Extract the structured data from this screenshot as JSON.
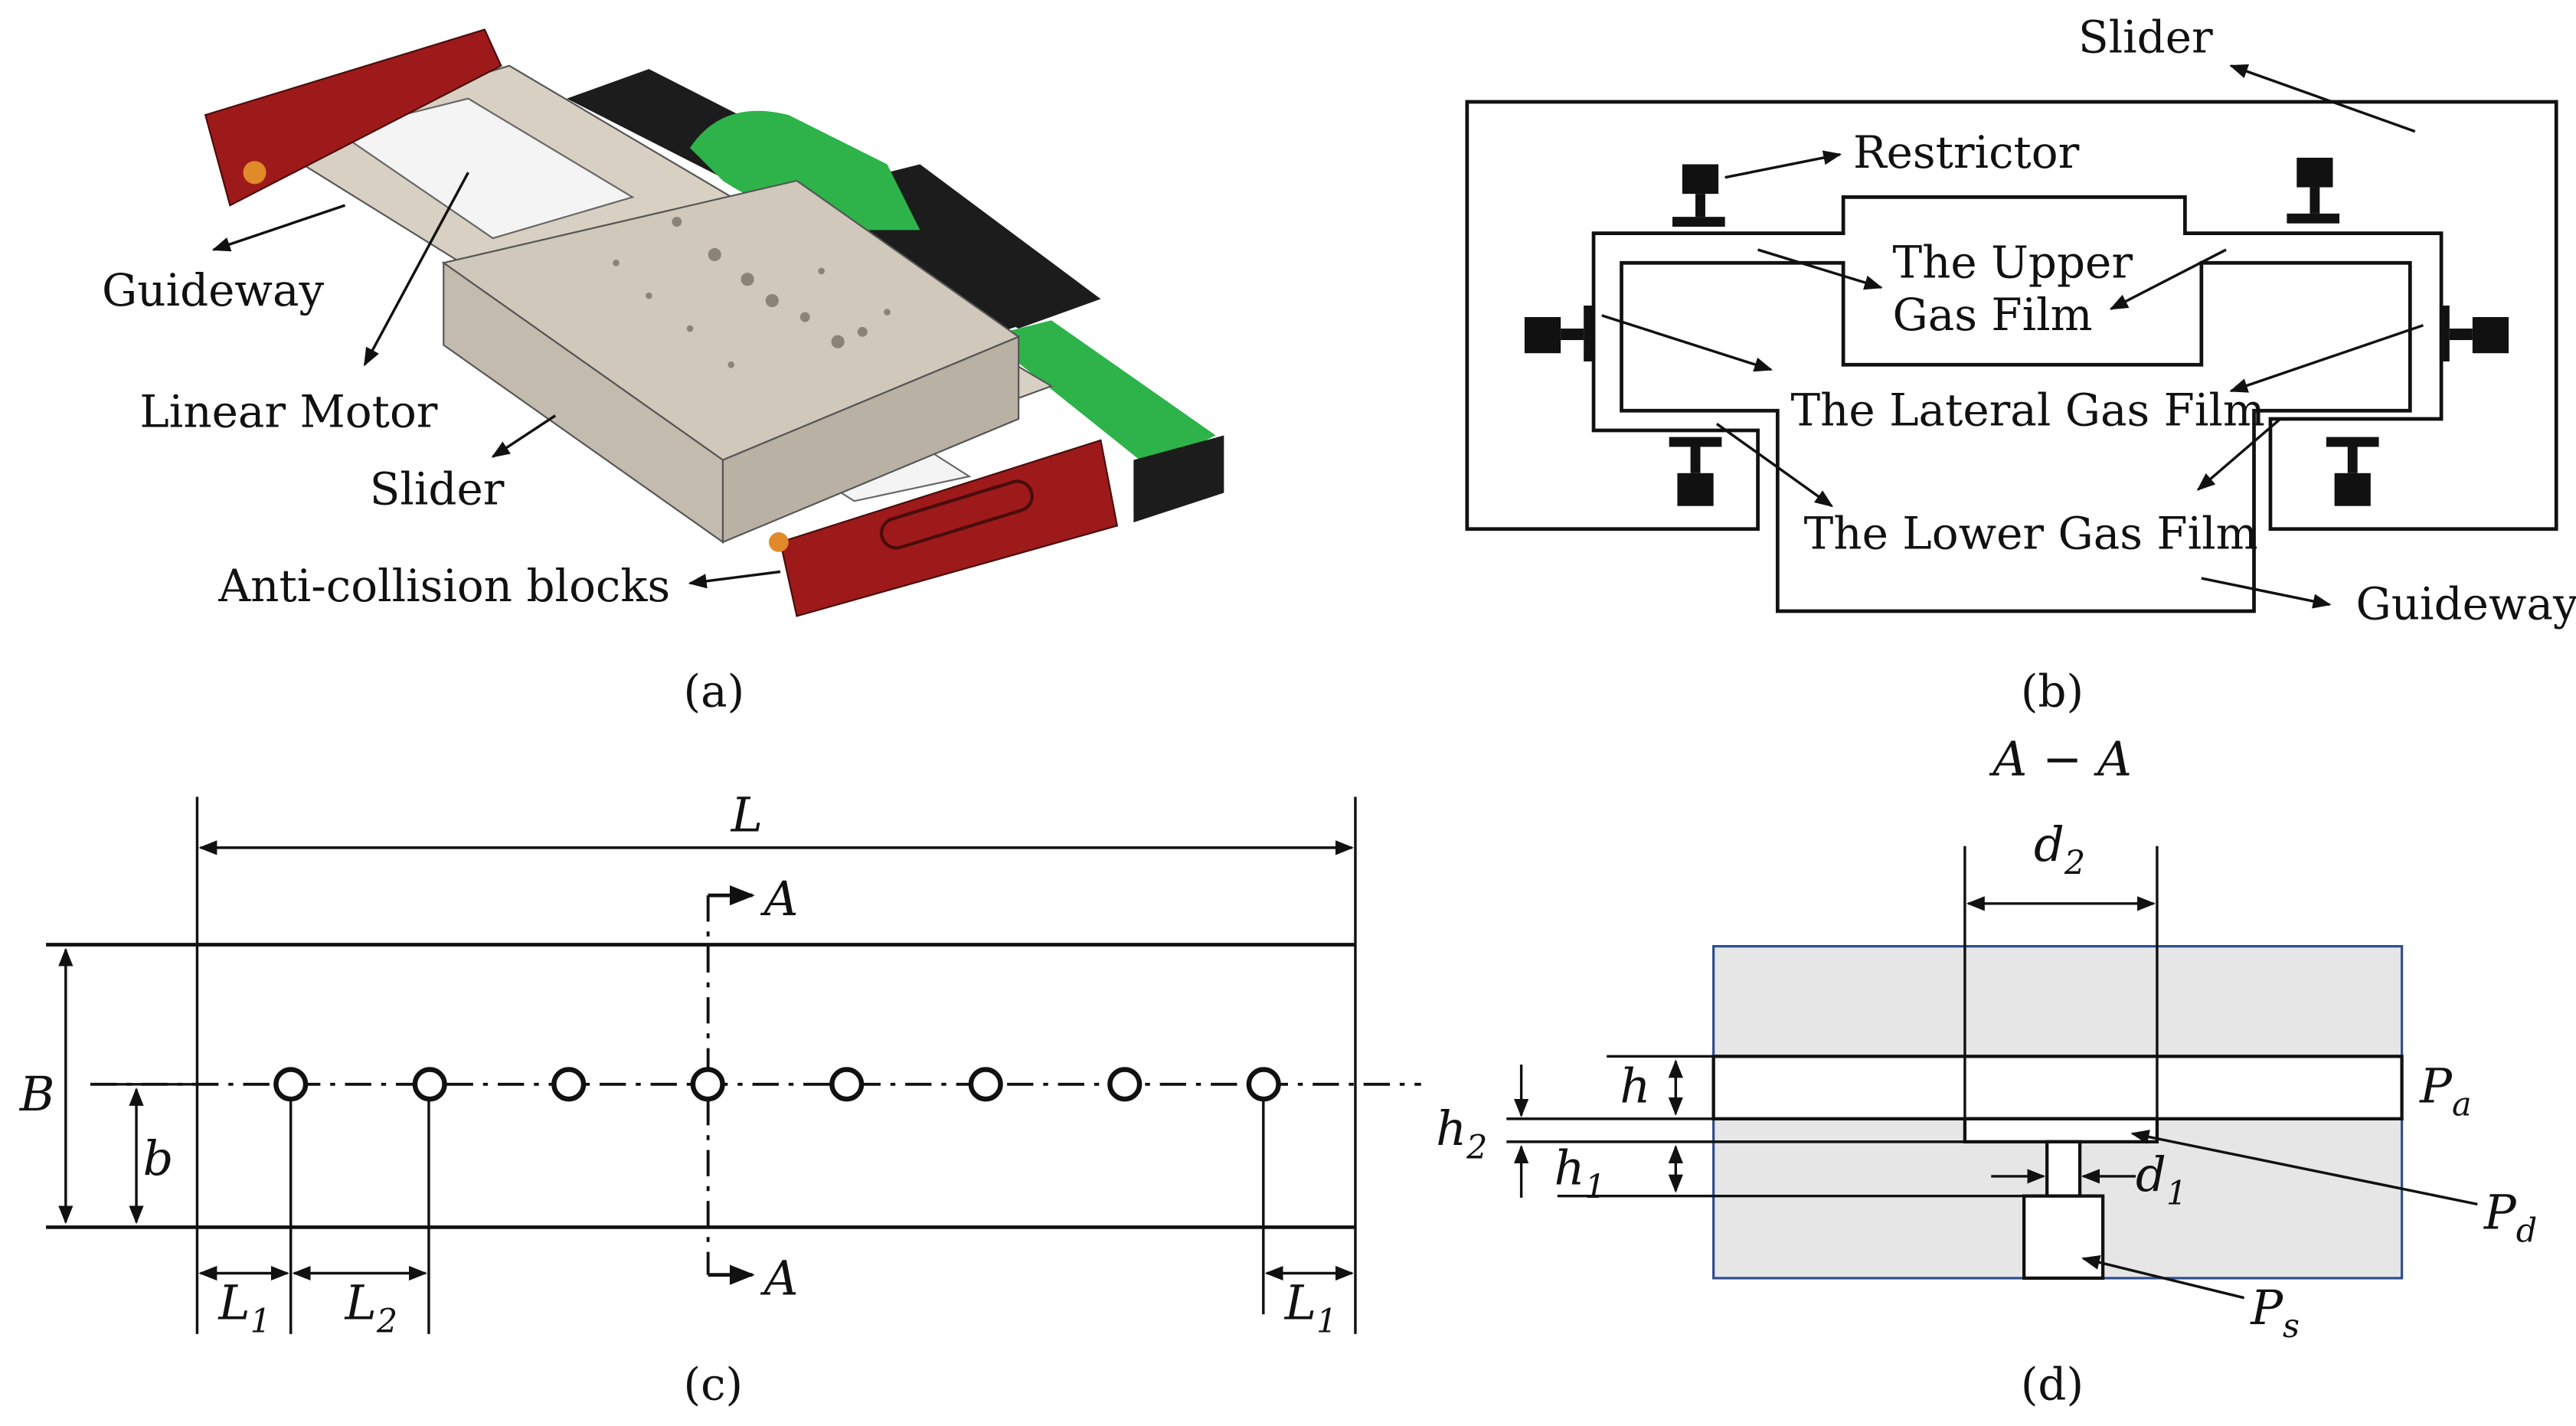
{
  "panel_a": {
    "labels": {
      "guideway": "Guideway",
      "linear_motor": "Linear Motor",
      "slider": "Slider",
      "anti_collision": "Anti-collision blocks"
    },
    "caption": "(a)",
    "colors": {
      "end_plate": "#9e1a1a",
      "rail": "#d8d0c2",
      "slider_body": "#d2ccc0",
      "motor_green": "#2db34a",
      "motor_black": "#1c1c1c",
      "carriage": "#f2f2f2",
      "pin": "#e08a2a"
    }
  },
  "panel_b": {
    "labels": {
      "slider": "Slider",
      "restrictor": "Restrictor",
      "upper_1": "The Upper",
      "upper_2": "Gas Film",
      "lateral": "The Lateral Gas Film",
      "lower": "The Lower Gas Film",
      "guideway": "Guideway"
    },
    "caption": "(b)"
  },
  "panel_c": {
    "symbols": {
      "L": "L",
      "A_top": "A",
      "A_bottom": "A",
      "B": "B",
      "b": "b",
      "L1_left": "L",
      "L1_left_sub": "1",
      "L2": "L",
      "L2_sub": "2",
      "L1_right": "L",
      "L1_right_sub": "1"
    },
    "orifice_count": 8,
    "caption": "(c)"
  },
  "panel_d": {
    "section_title": "A − A",
    "symbols": {
      "d2": "d",
      "d2_sub": "2",
      "h": "h",
      "h2": "h",
      "h2_sub": "2",
      "h1": "h",
      "h1_sub": "1",
      "d1": "d",
      "d1_sub": "1",
      "Pa": "P",
      "Pa_sub": "a",
      "Pd": "P",
      "Pd_sub": "d",
      "Ps": "P",
      "Ps_sub": "s"
    },
    "colors": {
      "block_fill": "#e6e6e6",
      "block_border": "#2f4f8f"
    },
    "caption": "(d)"
  }
}
